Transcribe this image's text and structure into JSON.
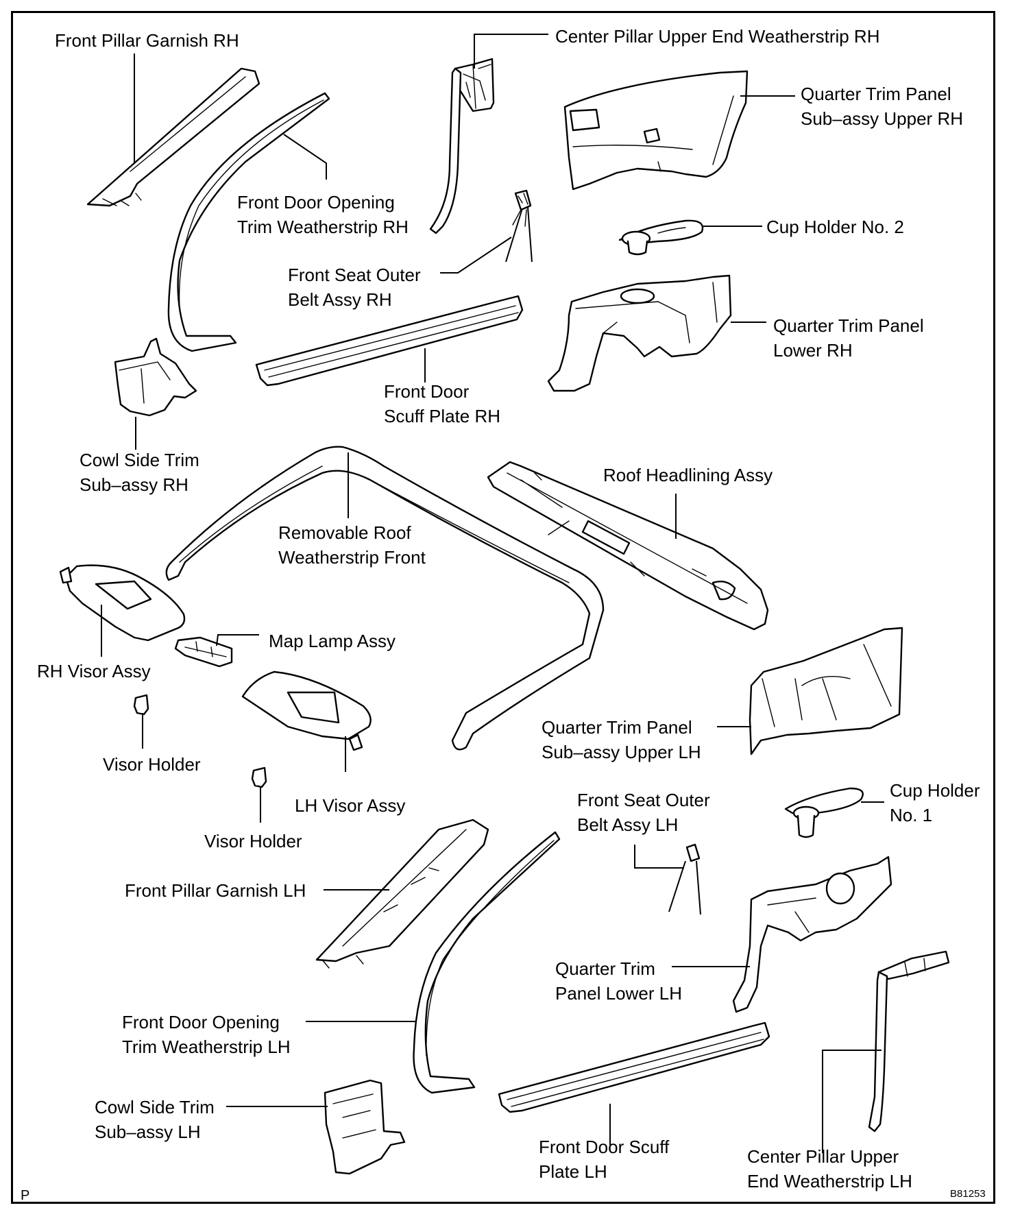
{
  "colors": {
    "ink": "#000000",
    "paper": "#ffffff"
  },
  "labels": {
    "front_pillar_garnish_rh": "Front Pillar Garnish RH",
    "center_pillar_weatherstrip_rh": "Center Pillar Upper End Weatherstrip RH",
    "quarter_trim_upper_rh": [
      "Quarter Trim Panel",
      "Sub–assy Upper RH"
    ],
    "front_door_opening_trim_rh": [
      "Front Door Opening",
      "Trim Weatherstrip RH"
    ],
    "cup_holder_no2": "Cup Holder No. 2",
    "front_seat_belt_rh": [
      "Front Seat Outer",
      "Belt Assy RH"
    ],
    "quarter_trim_lower_rh": [
      "Quarter Trim Panel",
      "Lower RH"
    ],
    "front_door_scuff_rh": [
      "Front Door",
      "Scuff Plate RH"
    ],
    "cowl_side_trim_rh": [
      "Cowl Side Trim",
      "Sub–assy RH"
    ],
    "roof_headlining": "Roof Headlining Assy",
    "removable_roof_weatherstrip": [
      "Removable Roof",
      "Weatherstrip Front"
    ],
    "map_lamp": "Map Lamp Assy",
    "rh_visor": "RH Visor Assy",
    "visor_holder_1": "Visor Holder",
    "quarter_trim_upper_lh": [
      "Quarter Trim Panel",
      "Sub–assy Upper LH"
    ],
    "lh_visor": "LH Visor Assy",
    "front_seat_belt_lh": [
      "Front Seat Outer",
      "Belt Assy LH"
    ],
    "cup_holder_no1": [
      "Cup Holder",
      "No. 1"
    ],
    "visor_holder_2": "Visor Holder",
    "front_pillar_garnish_lh": "Front Pillar Garnish LH",
    "quarter_trim_lower_lh": [
      "Quarter Trim",
      "Panel Lower LH"
    ],
    "front_door_opening_trim_lh": [
      "Front Door Opening",
      "Trim Weatherstrip LH"
    ],
    "cowl_side_trim_lh": [
      "Cowl Side Trim",
      "Sub–assy LH"
    ],
    "front_door_scuff_lh": [
      "Front Door Scuff",
      "Plate LH"
    ],
    "center_pillar_weatherstrip_lh": [
      "Center Pillar Upper",
      "End Weatherstrip LH"
    ]
  },
  "corner_left": "P",
  "figure_id": "B81253"
}
